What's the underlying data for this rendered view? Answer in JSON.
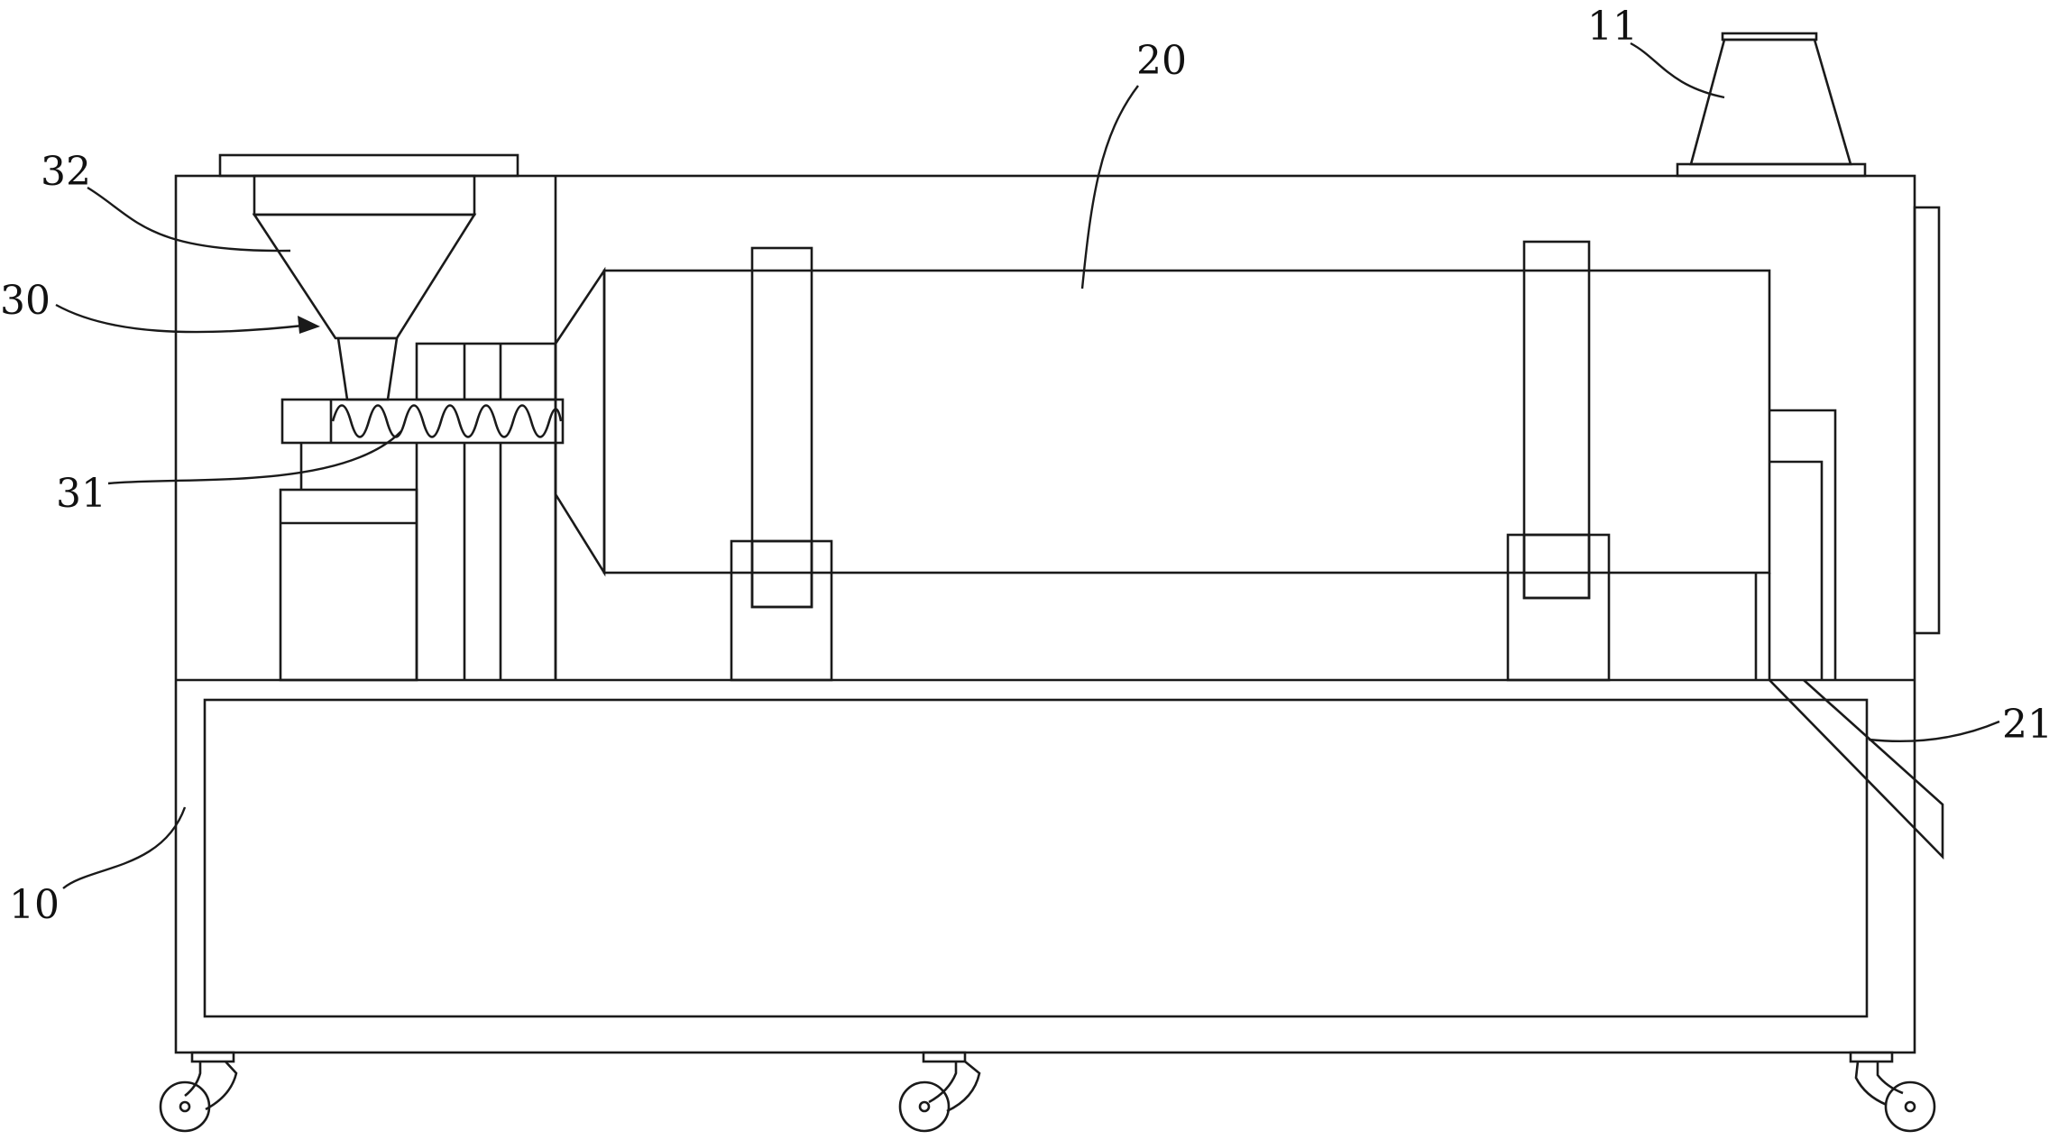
{
  "labels": {
    "frame": "10",
    "exhaust_hood": "11",
    "drum": "20",
    "discharge_chute": "21",
    "feeding_device": "30",
    "screw_conveyor": "31",
    "hopper": "32"
  },
  "colors": {
    "line": "#1a1a1a",
    "background": "#ffffff"
  }
}
